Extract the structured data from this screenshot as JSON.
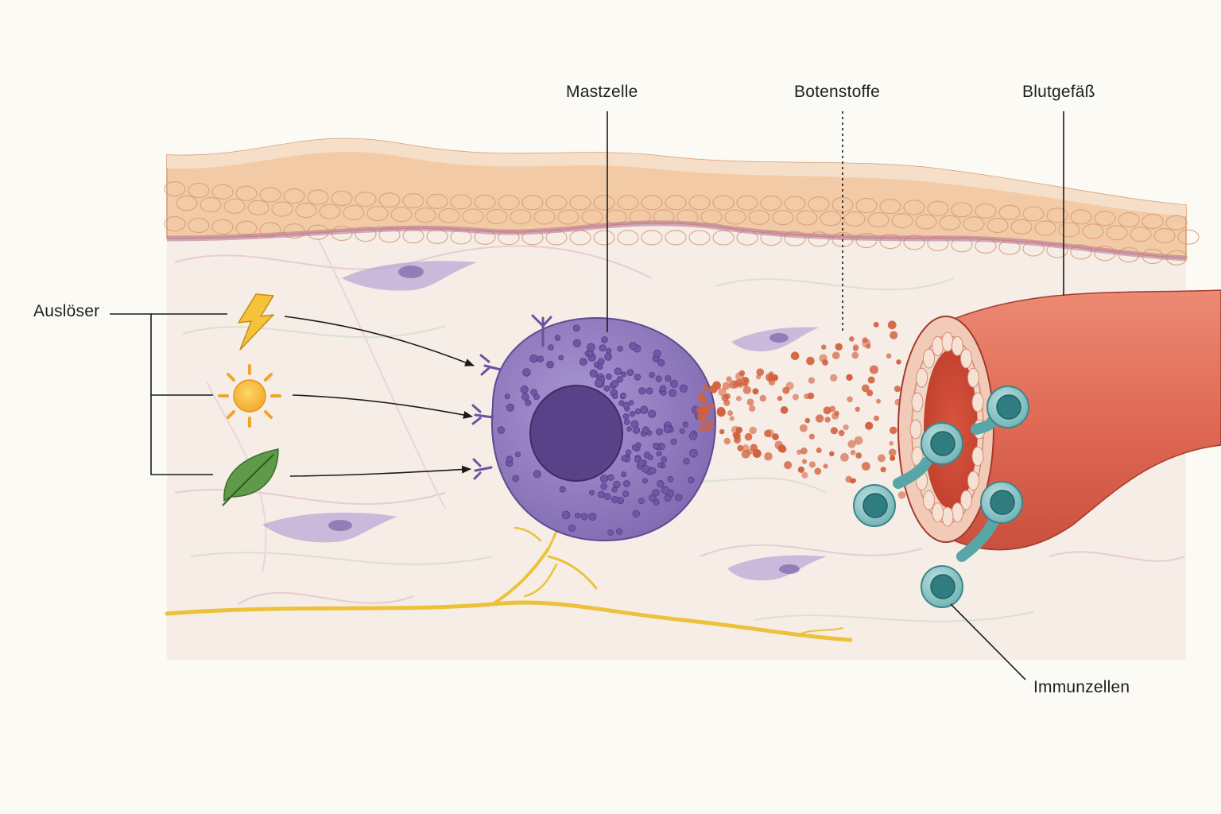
{
  "labels": {
    "trigger": "Auslöser",
    "mast_cell": "Mastzelle",
    "messengers": "Botenstoffe",
    "blood_vessel": "Blutgefäß",
    "immune_cells": "Immunzellen"
  },
  "icons": {
    "trigger_1": "lightning-icon",
    "trigger_2": "sun-icon",
    "trigger_3": "leaf-icon"
  },
  "colors": {
    "background": "#fcfaf4",
    "tissue": "#f6ece6",
    "epidermis": "#f2c9a3",
    "mast_cell": "#8a74b8",
    "nucleus": "#5d4690",
    "messengers": "#d2603c",
    "vessel": "#e06a55",
    "immune_cell": "#58a6a8",
    "nerve": "#ecc23a"
  }
}
